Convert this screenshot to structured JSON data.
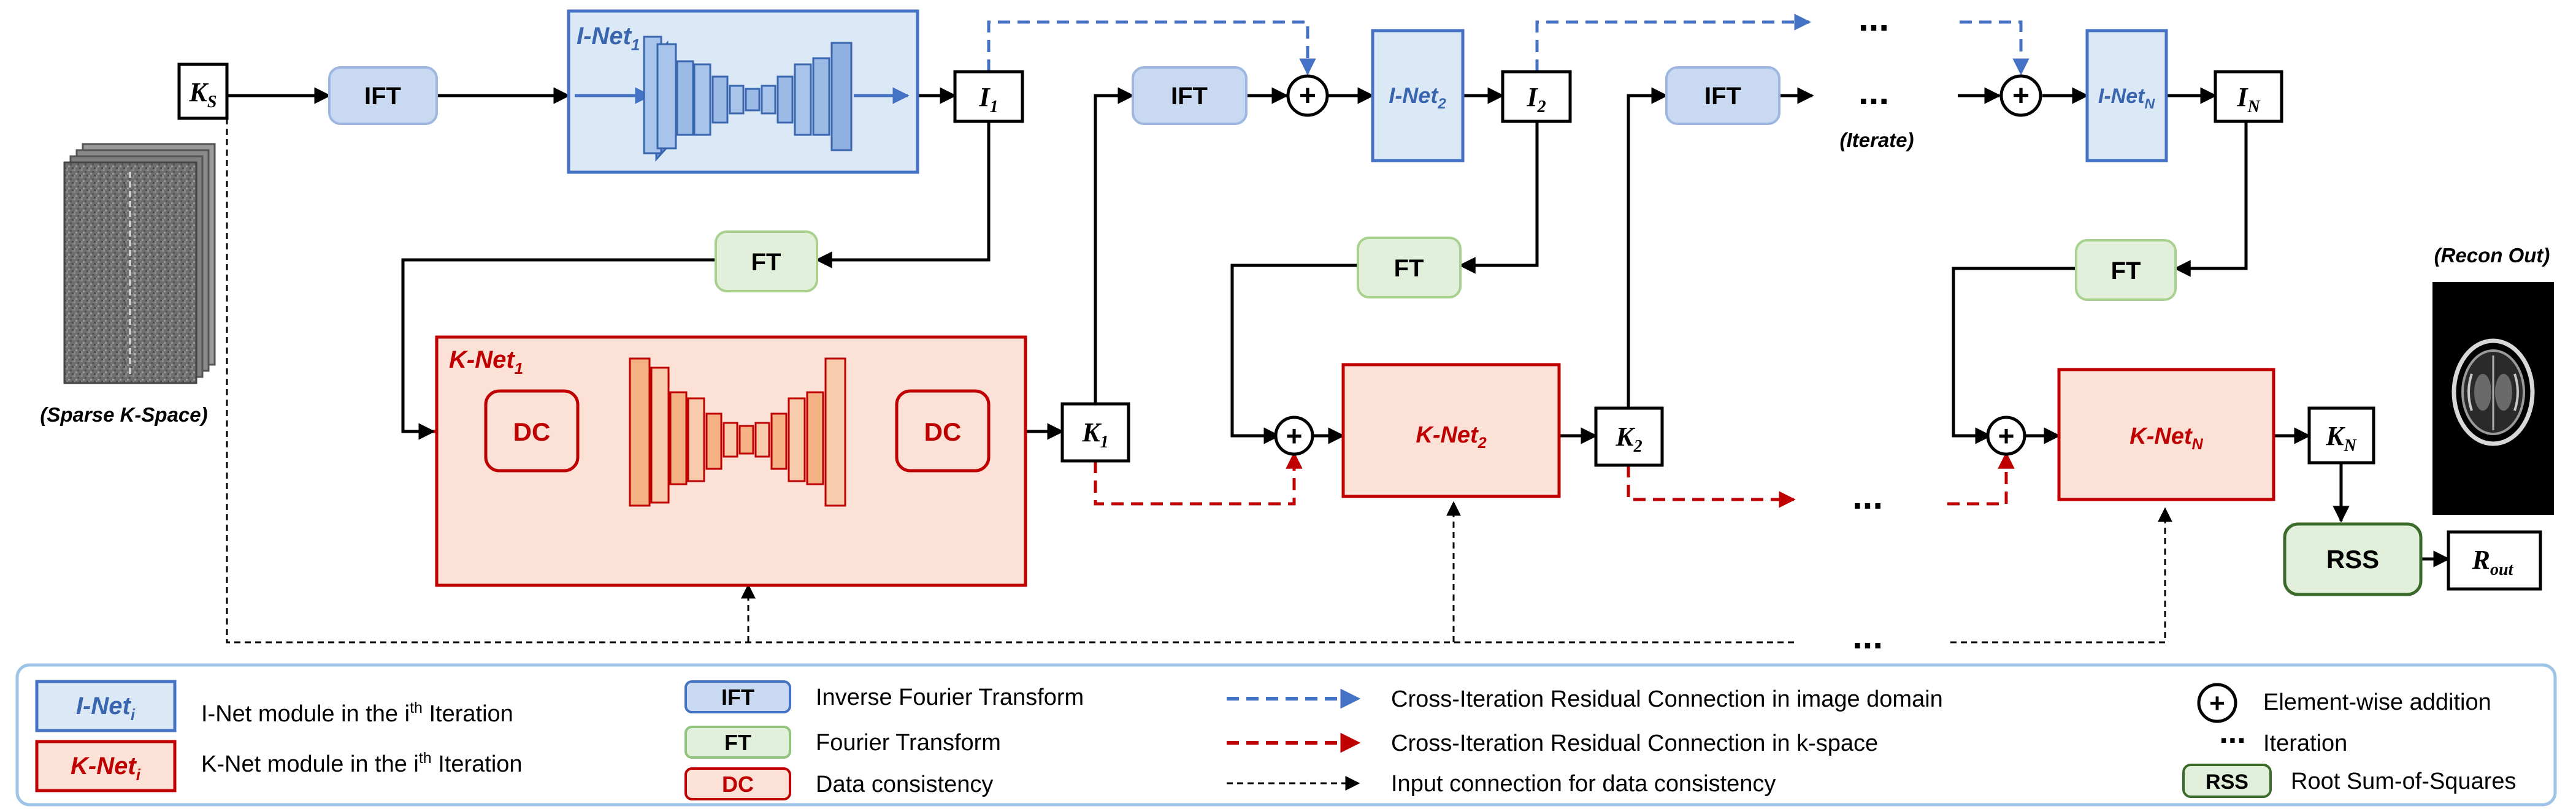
{
  "nodes": {
    "ks": {
      "main": "K",
      "sub": "S"
    },
    "i1": {
      "main": "I",
      "sub": "1"
    },
    "i2": {
      "main": "I",
      "sub": "2"
    },
    "in": {
      "main": "I",
      "sub": "N"
    },
    "k1": {
      "main": "K",
      "sub": "1"
    },
    "k2": {
      "main": "K",
      "sub": "2"
    },
    "kn": {
      "main": "K",
      "sub": "N"
    },
    "rout": {
      "main": "R",
      "sub": "out"
    }
  },
  "ops": {
    "ift": "IFT",
    "ft": "FT",
    "dc": "DC",
    "rss": "RSS",
    "plus": "+"
  },
  "modules": {
    "inet_prefix": "I-Net",
    "knet_prefix": "K-Net",
    "sub_1": "1",
    "sub_2": "2",
    "sub_n": "N",
    "sub_i": "i"
  },
  "captions": {
    "sparse": "(Sparse K-Space)",
    "iterate": "(Iterate)",
    "recon": "(Recon Out)",
    "ellipsis": "..."
  },
  "legend": {
    "inet_desc": "I-Net module in the i",
    "knet_desc": "K-Net module in the i",
    "th": "th",
    "iteration_word": " Iteration",
    "ift_desc": "Inverse Fourier Transform",
    "ft_desc": "Fourier Transform",
    "dc_desc": "Data consistency",
    "blue_dash_desc": "Cross-Iteration Residual Connection in image domain",
    "red_dash_desc": "Cross-Iteration Residual Connection in k-space",
    "black_dash_desc": "Input connection for data consistency",
    "add_desc": "Element-wise addition",
    "iteration_desc": "Iteration",
    "rss_desc": "Root Sum-of-Squares"
  },
  "colors": {
    "blue_fill": "#dbe8f6",
    "blue_stroke": "#4472c4",
    "blue_dark": "#3a66b0",
    "ift_fill": "#c9d9f2",
    "ft_fill": "#e2efda",
    "ft_stroke": "#92c47d",
    "red_fill": "#fbe1d6",
    "red_stroke": "#c00000",
    "red_dark": "#b00000",
    "knet_block": "#f8cbad",
    "rss_fill": "#e2efda",
    "rss_stroke": "#3a6b2a",
    "legend_border": "#9dc3e6"
  }
}
